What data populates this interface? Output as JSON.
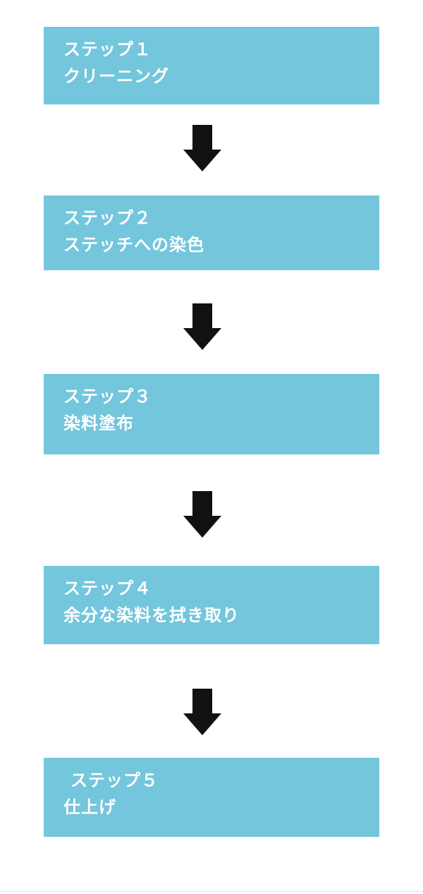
{
  "diagram": {
    "type": "vertical-flowchart",
    "background": "#ffffff",
    "box_color": "#73c6dc",
    "text_color": "#ffffff",
    "arrow_color": "#111111",
    "arrow_icon": "down-arrow",
    "steps": [
      {
        "title": "ステップ１",
        "label": "クリーニング"
      },
      {
        "title": "ステップ２",
        "label": "ステッチへの染色"
      },
      {
        "title": "ステップ３",
        "label": "染料塗布"
      },
      {
        "title": "ステップ４",
        "label": "余分な染料を拭き取り"
      },
      {
        "title": "ステップ５",
        "label": "仕上げ"
      }
    ]
  }
}
